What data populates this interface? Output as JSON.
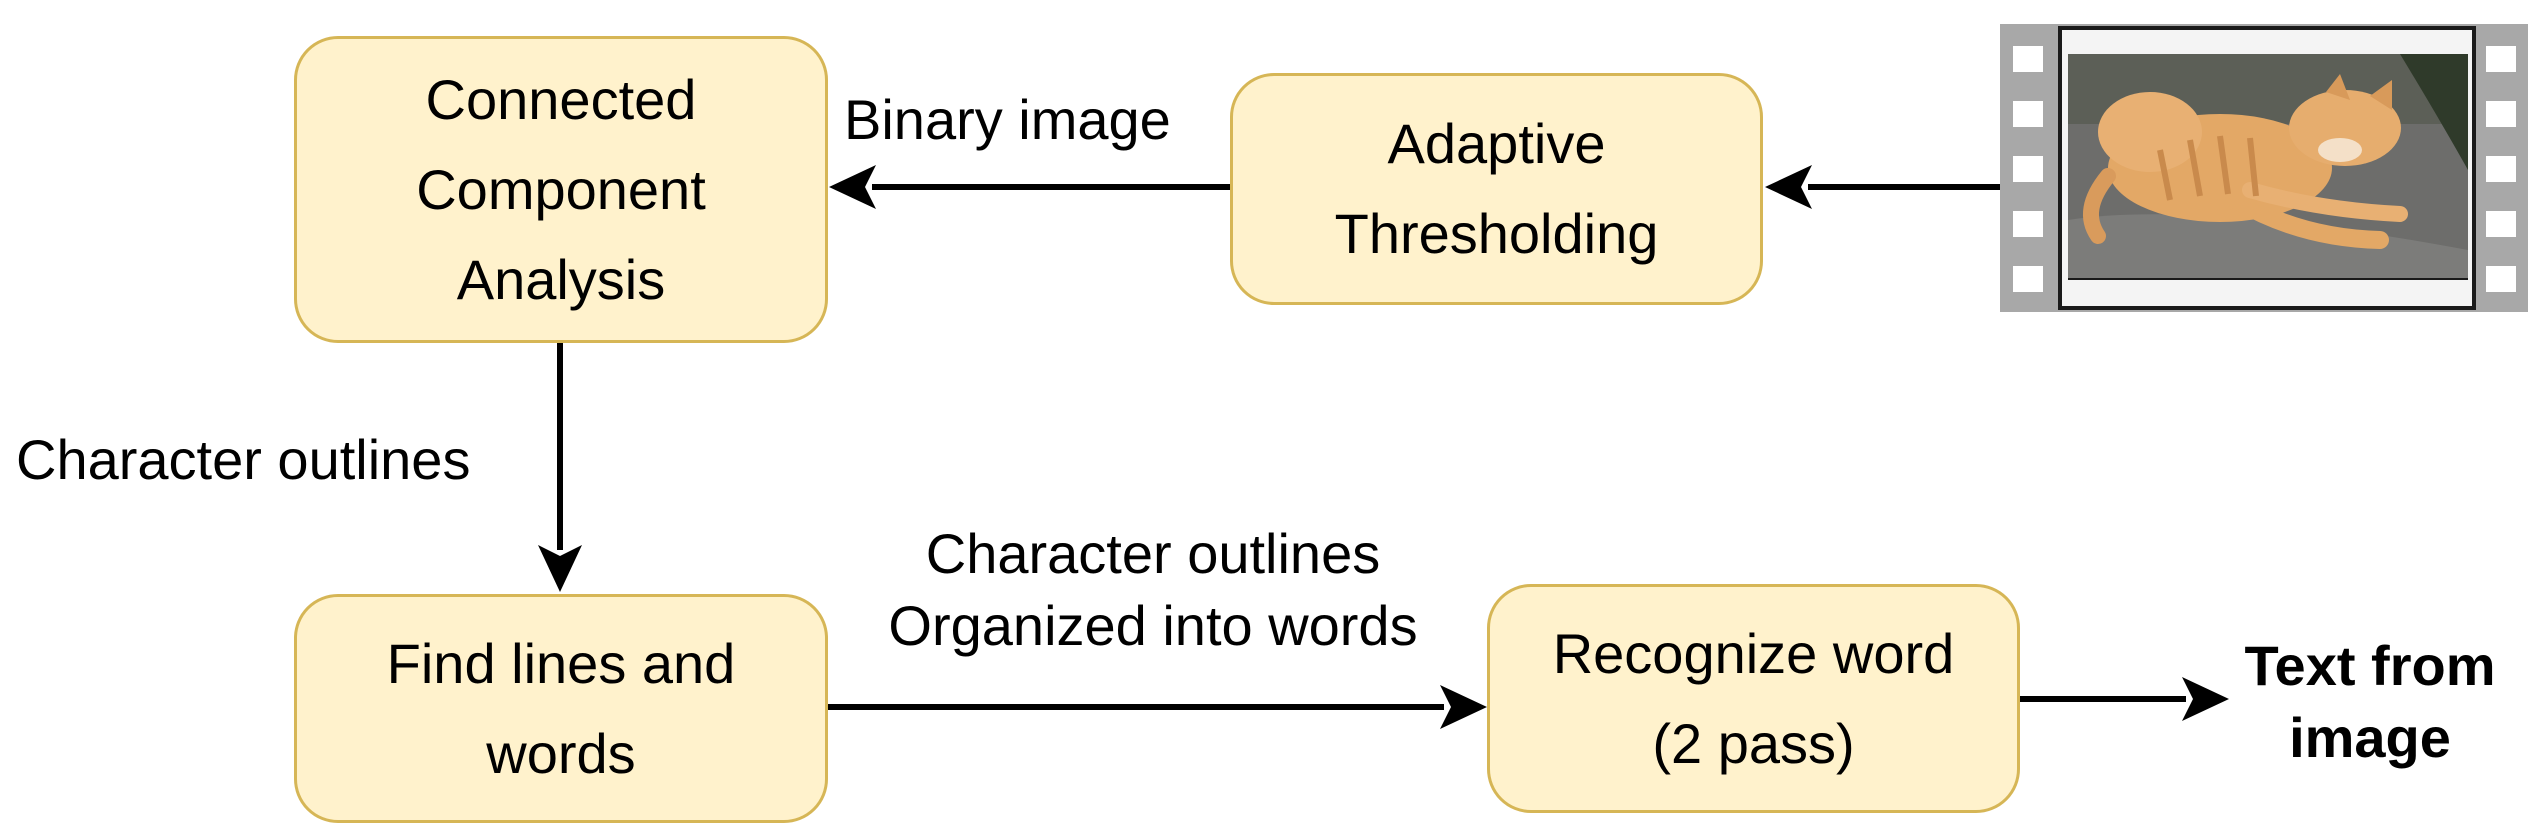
{
  "boxes": {
    "connected_component": "Connected\nComponent\nAnalysis",
    "adaptive_thresholding": "Adaptive\nThresholding",
    "find_lines": "Find lines and\nwords",
    "recognize_word": "Recognize word\n(2 pass)"
  },
  "labels": {
    "binary_image": "Binary image",
    "character_outlines": "Character outlines",
    "organized_words": "Character outlines\nOrganized into words",
    "text_from_image": "Text from\nimage"
  },
  "colors": {
    "box_fill": "#fff2cc",
    "box_border": "#d6b656",
    "arrow": "#000000"
  },
  "input_image": {
    "icon": "film-strip-cat-photo-icon"
  }
}
